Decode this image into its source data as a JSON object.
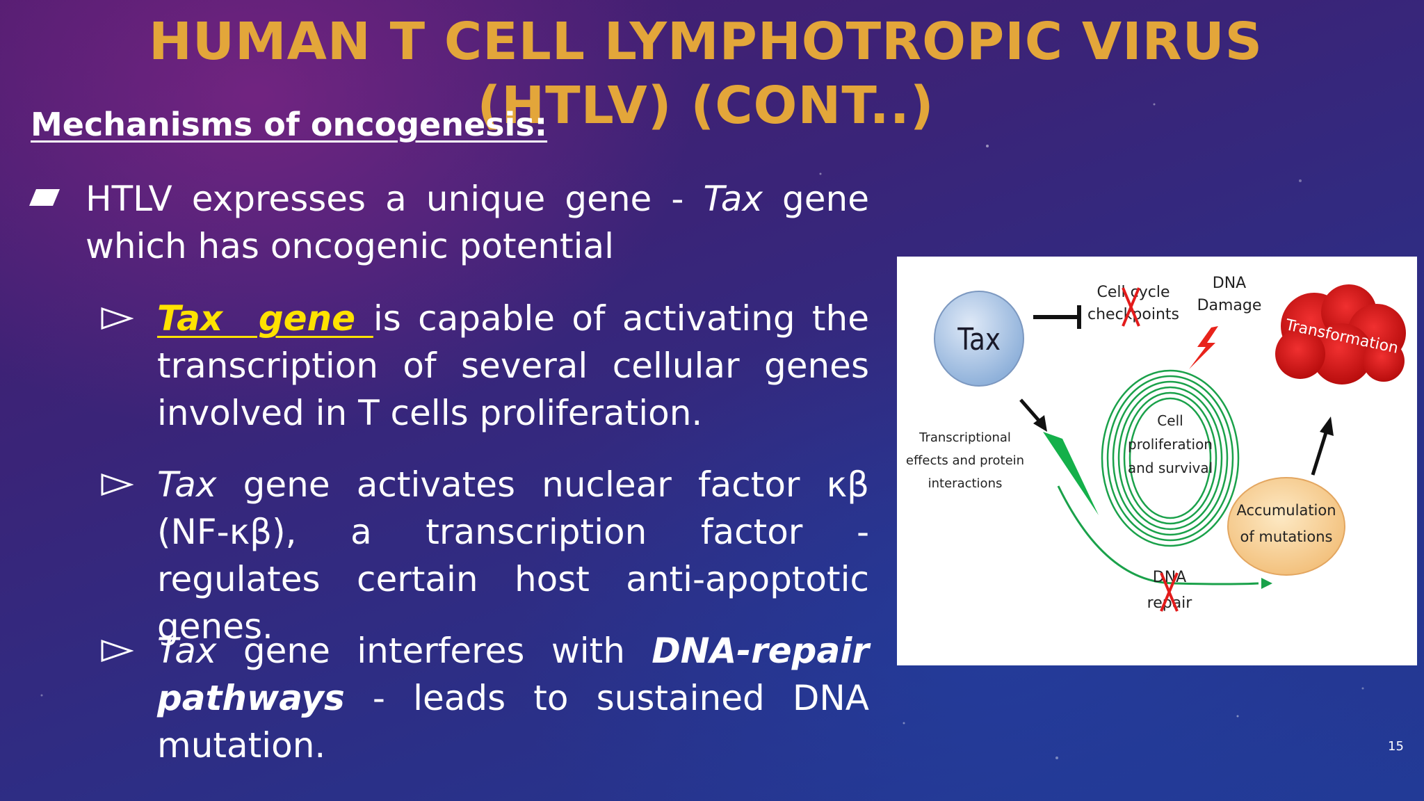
{
  "slide": {
    "title": "HUMAN T CELL LYMPHOTROPIC VIRUS (HTLV) (CONT..)",
    "subheading": "Mechanisms of oncogenesis:",
    "page_number": "15",
    "colors": {
      "title": "#e3a63a",
      "highlight": "#ffe200",
      "text": "#ffffff"
    }
  },
  "bullets": {
    "main": {
      "part1": "HTLV expresses a unique gene - ",
      "italic": "Tax",
      "part2": " gene which has oncogenic potential"
    },
    "sub1": {
      "highlight": "Tax  gene ",
      "rest": "is capable of activating the transcription of several cellular genes involved in T cells proliferation."
    },
    "sub2": {
      "italic": "Tax",
      "rest": " gene activates nuclear factor κβ (NF-κβ), a transcription factor - regulates certain host anti-apoptotic genes."
    },
    "sub3": {
      "italic": "Tax",
      "mid": " gene interferes with ",
      "bold_italic": "DNA-repair pathways",
      "rest": " - leads to sustained DNA mutation."
    }
  },
  "figure": {
    "tax": "Tax",
    "cell_cycle_1": "Cell cycle",
    "cell_cycle_2": "checkpoints",
    "dna_damage_1": "DNA",
    "dna_damage_2": "Damage",
    "transformation": "Transformation",
    "transcriptional_1": "Transcriptional",
    "transcriptional_2": "effects and protein",
    "transcriptional_3": "interactions",
    "cell_prolif_1": "Cell",
    "cell_prolif_2": "proliferation",
    "cell_prolif_3": "and survival",
    "accum_1": "Accumulation",
    "accum_2": "of mutations",
    "dna_repair_1": "DNA",
    "dna_repair_2": "repair"
  }
}
